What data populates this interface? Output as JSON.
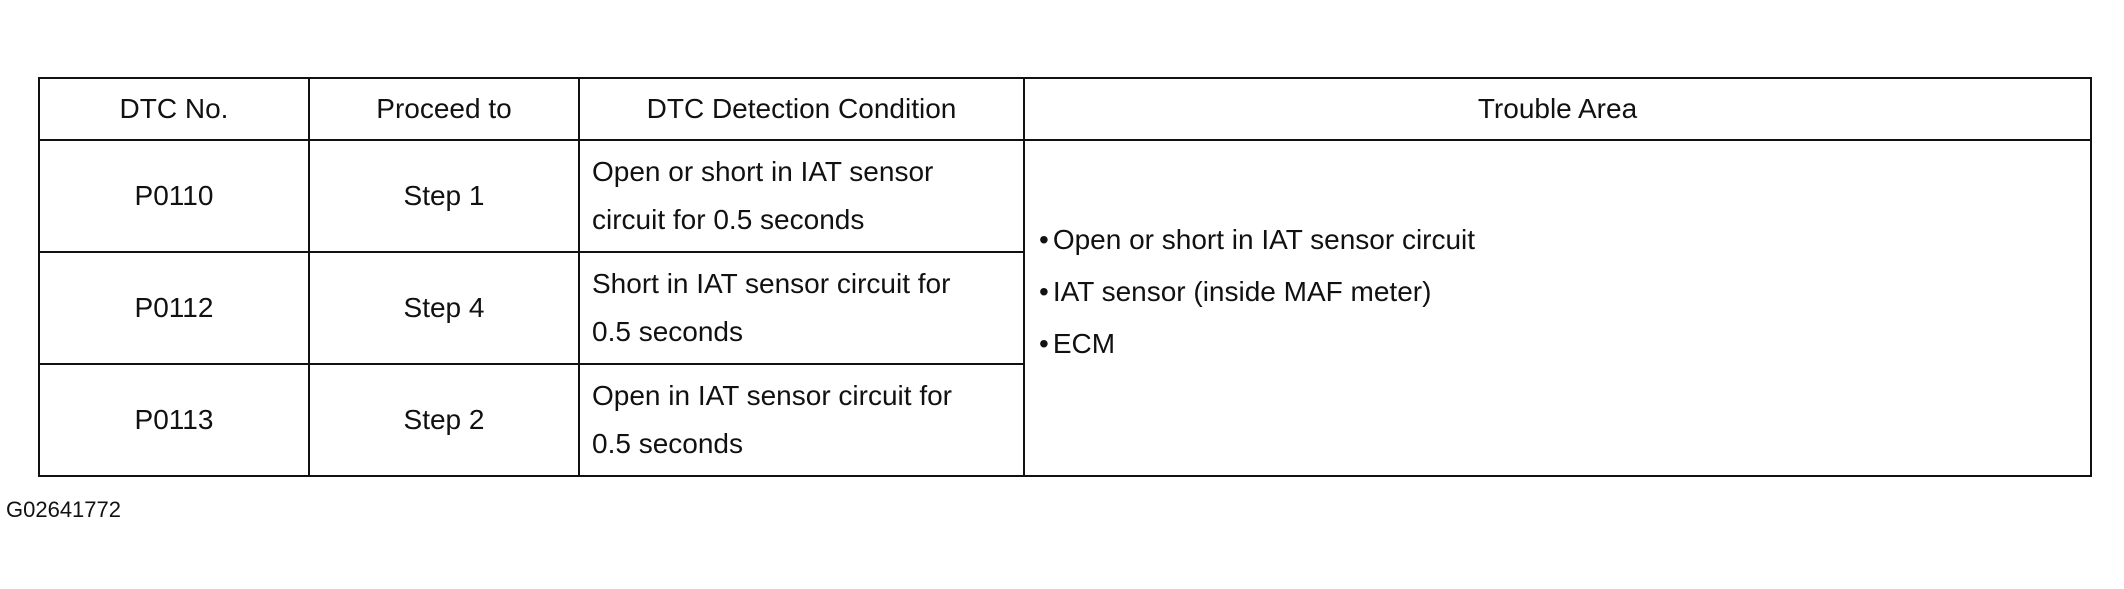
{
  "table": {
    "headers": [
      "DTC No.",
      "Proceed to",
      "DTC Detection Condition",
      "Trouble Area"
    ],
    "rows": [
      {
        "dtc": "P0110",
        "proceed": "Step 1",
        "condition_line1": "Open or short in IAT sensor",
        "condition_line2": "circuit for 0.5 seconds"
      },
      {
        "dtc": "P0112",
        "proceed": "Step 4",
        "condition_line1": "Short in IAT sensor circuit for",
        "condition_line2": "0.5 seconds"
      },
      {
        "dtc": "P0113",
        "proceed": "Step 2",
        "condition_line1": "Open in IAT sensor circuit for",
        "condition_line2": "0.5 seconds"
      }
    ],
    "trouble_area": [
      "Open or short in IAT sensor circuit",
      "IAT sensor (inside MAF meter)",
      "ECM"
    ]
  },
  "figure_id": "G02641772"
}
